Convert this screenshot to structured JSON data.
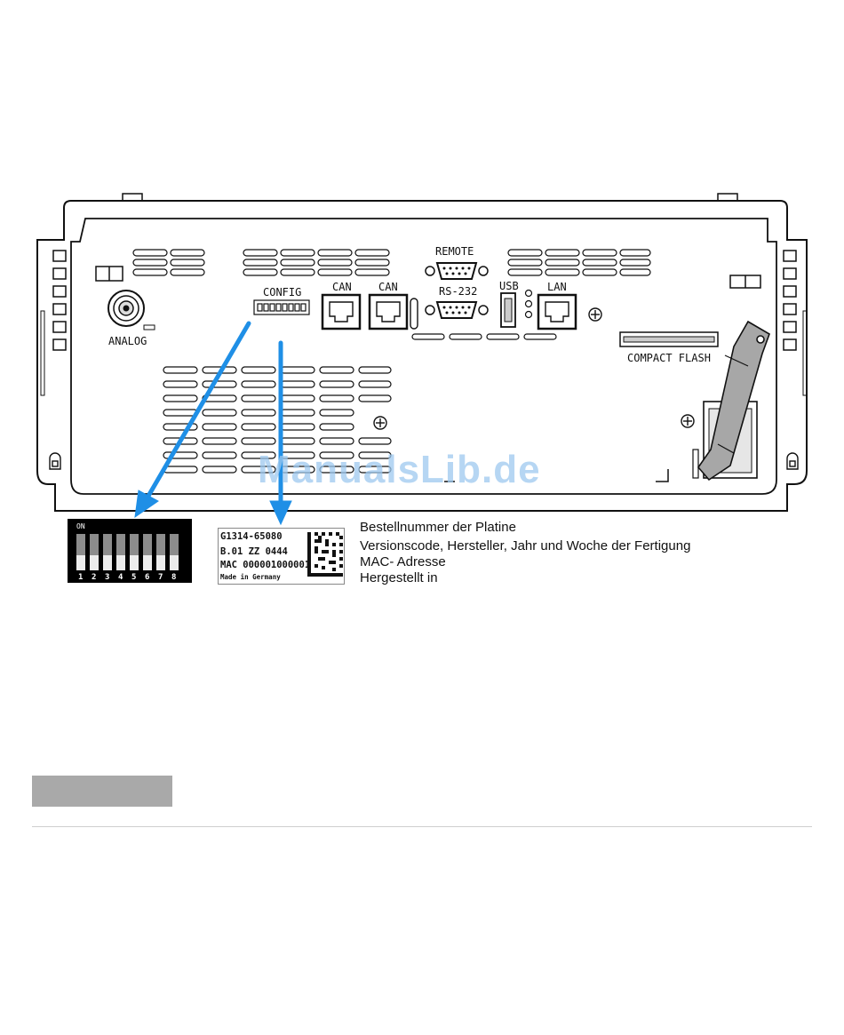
{
  "panel": {
    "labels": {
      "remote": "REMOTE",
      "config": "CONFIG",
      "can1": "CAN",
      "can2": "CAN",
      "rs232": "RS-232",
      "usb": "USB",
      "lan": "LAN",
      "analog": "ANALOG",
      "compact_flash": "COMPACT FLASH"
    }
  },
  "dip_switch": {
    "on_label": "ON",
    "numbers": [
      "1",
      "2",
      "3",
      "4",
      "5",
      "6",
      "7",
      "8"
    ]
  },
  "board_label": {
    "line1": "G1314-65080",
    "line2": "B.01 ZZ 0444",
    "line3": "MAC 000001000001",
    "line4": "Made in Germany"
  },
  "descriptions": {
    "d1": "Bestellnummer der Platine",
    "d2": "Versionscode, Hersteller, Jahr und Woche der Fertigung",
    "d3": "MAC- Adresse",
    "d4": "Hergestellt in"
  },
  "watermark": "ManualsLib.de",
  "colors": {
    "arrow": "#1f8fe6",
    "line": "#111111",
    "watermark": "#9ec9ef"
  }
}
